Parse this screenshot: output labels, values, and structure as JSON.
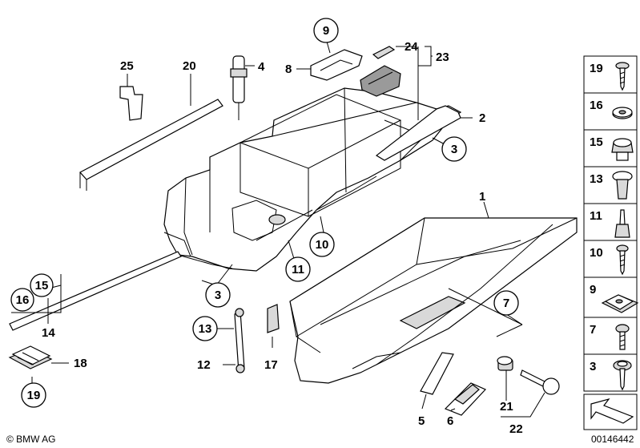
{
  "diagram": {
    "callouts": [
      {
        "id": "c9",
        "text": "9"
      },
      {
        "id": "c8",
        "text": "8"
      },
      {
        "id": "c24",
        "text": "24"
      },
      {
        "id": "c23",
        "text": "23"
      },
      {
        "id": "c25",
        "text": "25"
      },
      {
        "id": "c20",
        "text": "20"
      },
      {
        "id": "c4",
        "text": "4"
      },
      {
        "id": "c2",
        "text": "2"
      },
      {
        "id": "c3a",
        "text": "3"
      },
      {
        "id": "c1",
        "text": "1"
      },
      {
        "id": "c10",
        "text": "10"
      },
      {
        "id": "c11",
        "text": "11"
      },
      {
        "id": "c3b",
        "text": "3"
      },
      {
        "id": "c15",
        "text": "15"
      },
      {
        "id": "c16",
        "text": "16"
      },
      {
        "id": "c14",
        "text": "14"
      },
      {
        "id": "c18",
        "text": "18"
      },
      {
        "id": "c19",
        "text": "19"
      },
      {
        "id": "c13",
        "text": "13"
      },
      {
        "id": "c12",
        "text": "12"
      },
      {
        "id": "c17",
        "text": "17"
      },
      {
        "id": "c7",
        "text": "7"
      },
      {
        "id": "c5",
        "text": "5"
      },
      {
        "id": "c6",
        "text": "6"
      },
      {
        "id": "c21",
        "text": "21"
      },
      {
        "id": "c22",
        "text": "22"
      }
    ],
    "legend": [
      "19",
      "16",
      "15",
      "13",
      "11",
      "10",
      "9",
      "7",
      "3"
    ],
    "footer_brand": "© BMW AG",
    "footer_code": "00146442"
  }
}
